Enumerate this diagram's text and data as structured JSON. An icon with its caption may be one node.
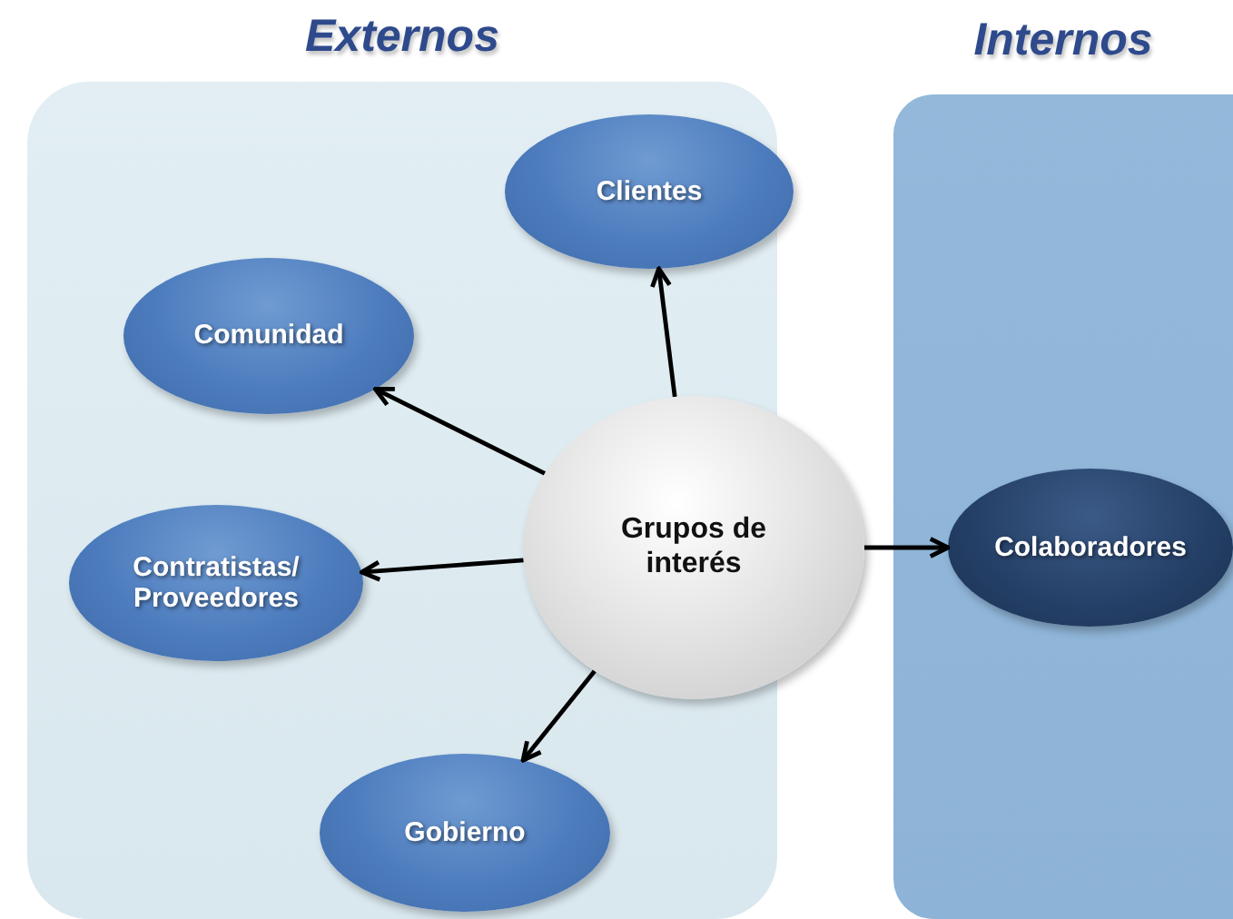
{
  "diagram": {
    "nodes": [
      {
        "text": [
          "Externos"
        ]
      },
      {
        "text": [
          "Clientes"
        ],
        "in": 0
      },
      {
        "text": [
          "Comunidad"
        ],
        "in": 0
      },
      {
        "text": [
          "Grupos de interés"
        ]
      },
      {
        "text": [
          "Contratistas/ Proveedores"
        ],
        "in": 0
      },
      {
        "text": [
          "Gobierno"
        ],
        "in": 0
      },
      {
        "text": [
          "Internos"
        ]
      },
      {
        "text": [
          "Colaboradores"
        ],
        "in": 6
      }
    ],
    "edges": [
      {
        "from": 3,
        "to": 1,
        "arrow": "to"
      },
      {
        "from": 3,
        "to": 2,
        "arrow": "to"
      },
      {
        "from": 3,
        "to": 4,
        "arrow": "to"
      },
      {
        "from": 3,
        "to": 5,
        "arrow": "to"
      },
      {
        "from": 3,
        "to": 7,
        "arrow": "to"
      }
    ]
  }
}
